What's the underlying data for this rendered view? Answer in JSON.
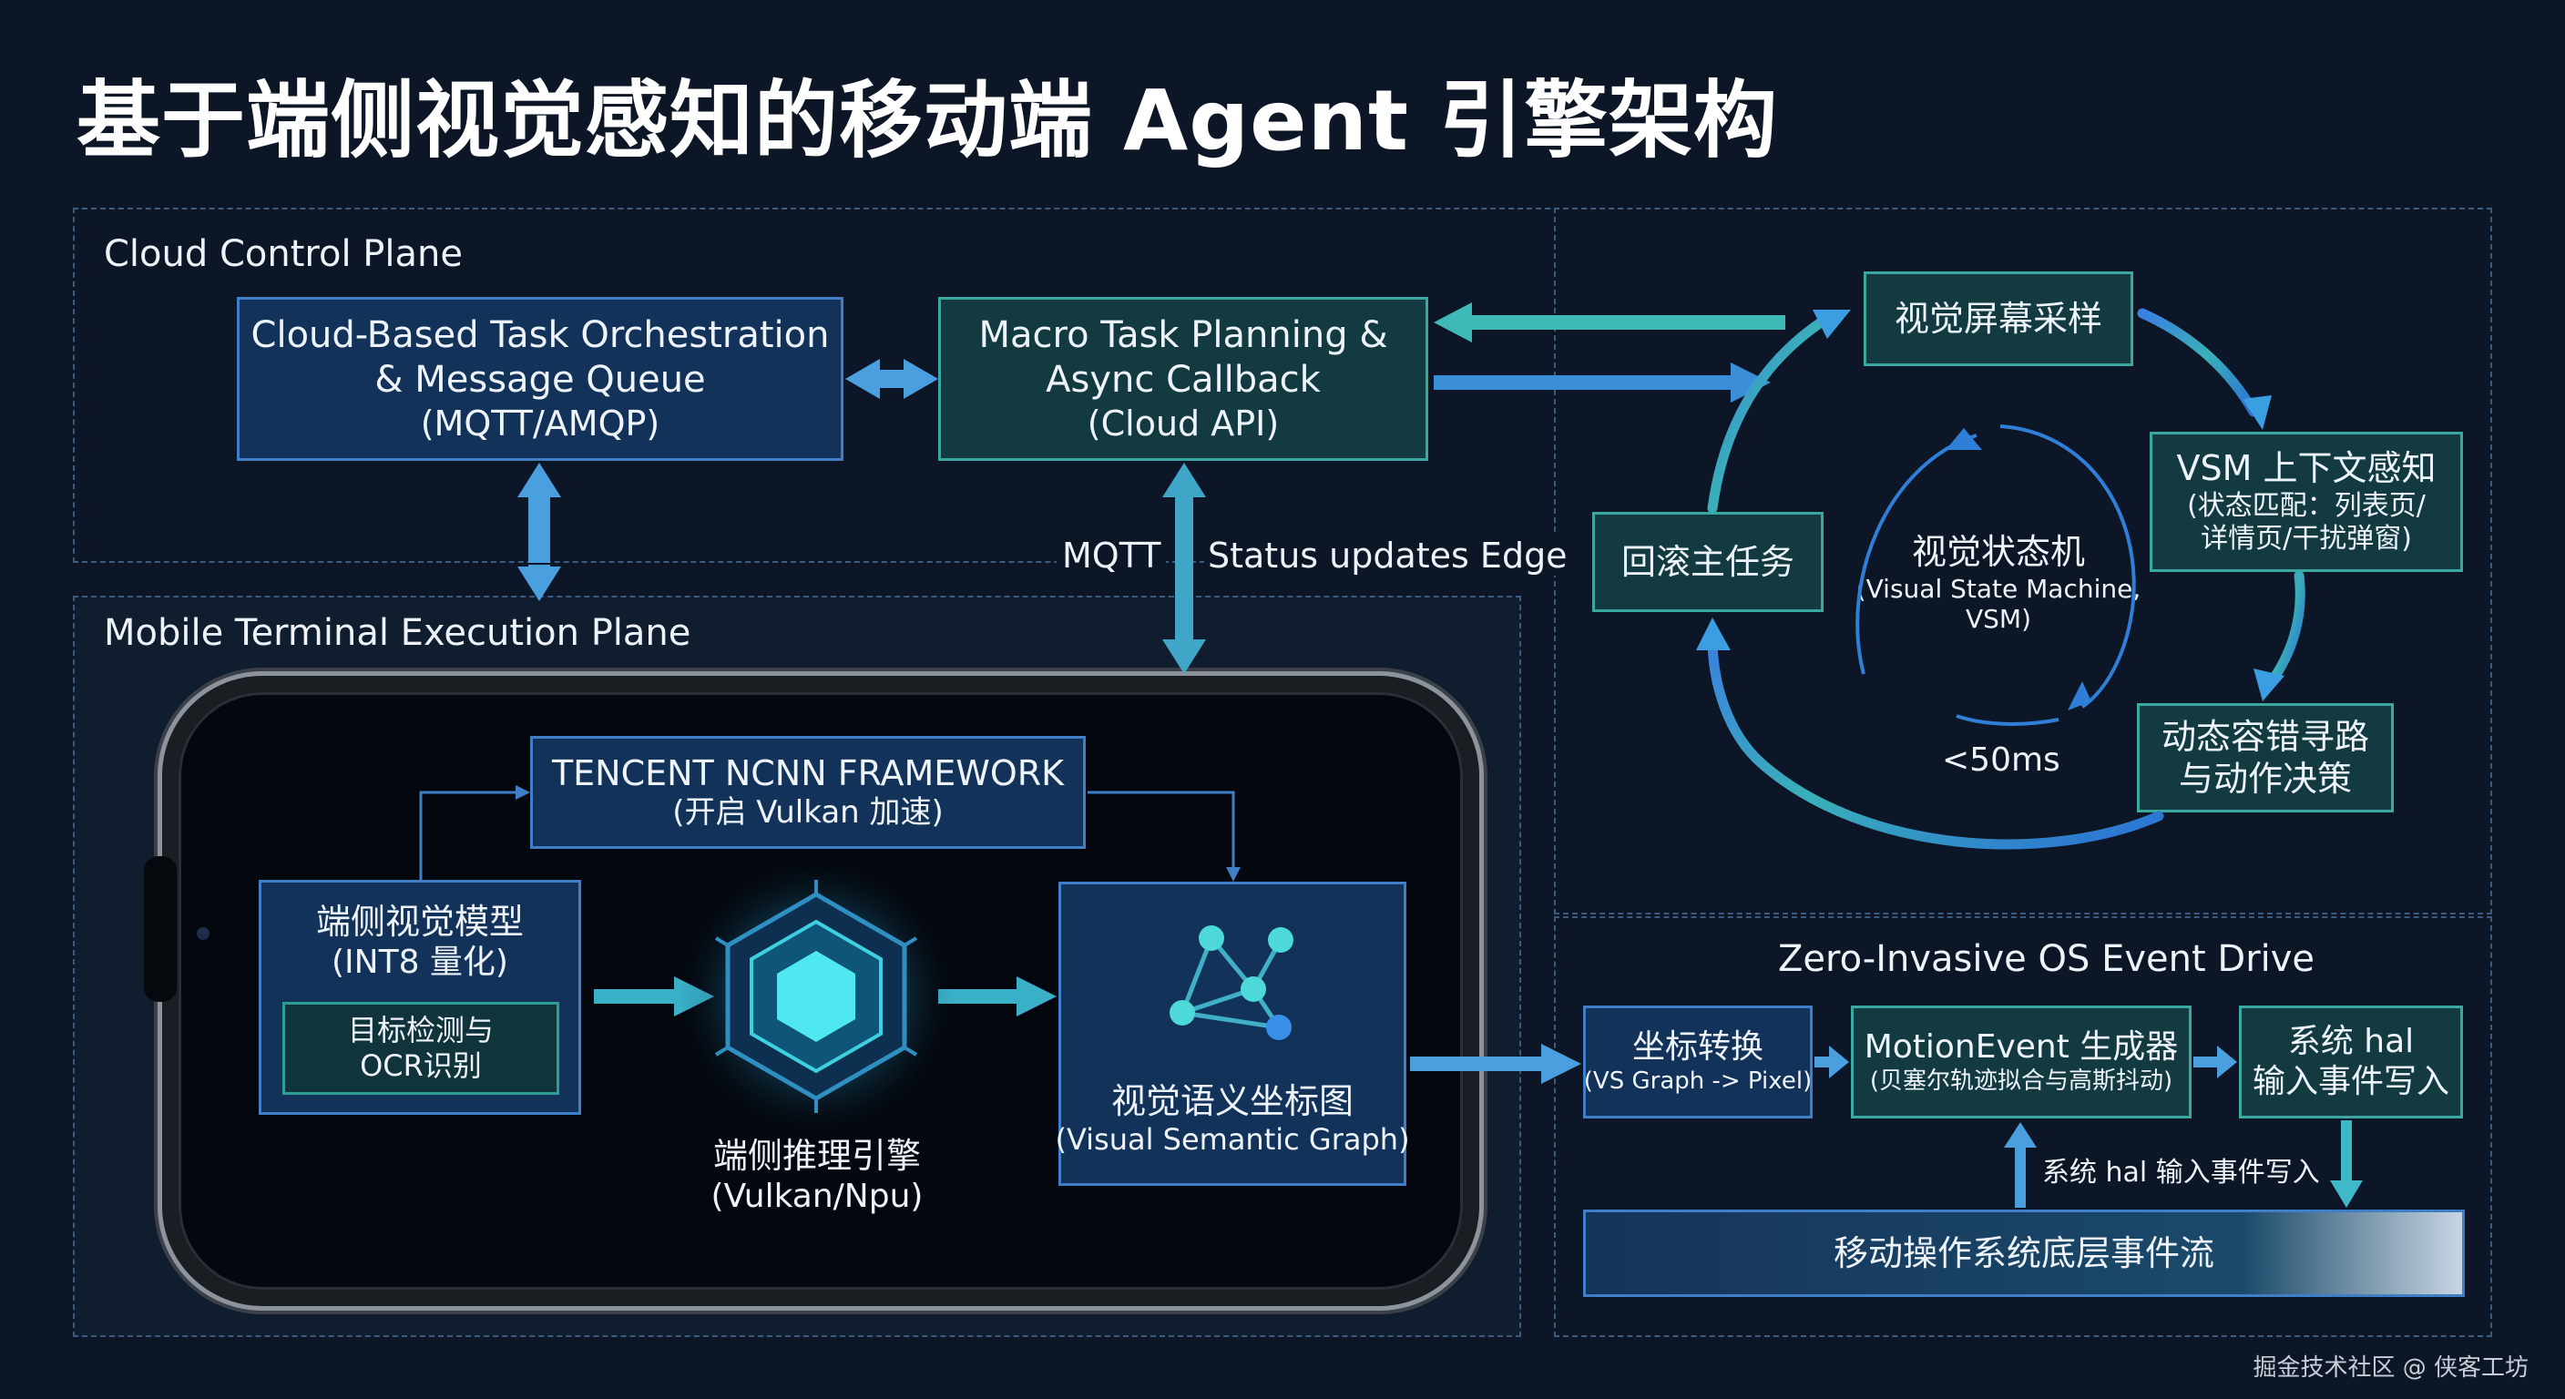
{
  "title": "基于端侧视觉感知的移动端 Agent 引擎架构",
  "cloud_plane": {
    "label": "Cloud Control Plane",
    "orchestration": {
      "line1": "Cloud-Based Task Orchestration",
      "line2": "& Message Queue",
      "line3": "(MQTT/AMQP)"
    },
    "macro": {
      "line1": "Macro Task Planning &",
      "line2": "Async Callback",
      "line3": "(Cloud API)"
    }
  },
  "link_labels": {
    "mqtt": "MQTT",
    "status": "Status updates Edge"
  },
  "mobile_plane": {
    "label": "Mobile Terminal Execution Plane",
    "ncnn": {
      "line1": "TENCENT NCNN FRAMEWORK",
      "line2": "(开启 Vulkan 加速)"
    },
    "model": {
      "line1": "端侧视觉模型",
      "line2": "(INT8 量化)",
      "sub1": "目标检测与",
      "sub2": "OCR识别"
    },
    "engine": {
      "line1": "端侧推理引擎",
      "line2": "(Vulkan/Npu)"
    },
    "graph": {
      "line1": "视觉语义坐标图",
      "line2": "(Visual Semantic Graph)"
    }
  },
  "vsm_loop": {
    "sampling": "视觉屏幕采样",
    "context": {
      "line1": "VSM 上下文感知",
      "line2": "(状态匹配：列表页/",
      "line3": "详情页/干扰弹窗)"
    },
    "decision": {
      "line1": "动态容错寻路",
      "line2": "与动作决策"
    },
    "rollback": "回滚主任务",
    "center": {
      "line1": "视觉状态机",
      "line2": "(Visual State Machine,",
      "line3": "VSM)"
    },
    "latency": "<50ms"
  },
  "os_event": {
    "label": "Zero-Invasive OS Event Drive",
    "coord": {
      "line1": "坐标转换",
      "line2": "(VS Graph -> Pixel)"
    },
    "motion": {
      "line1": "MotionEvent 生成器",
      "line2": "(贝塞尔轨迹拟合与高斯抖动)"
    },
    "hal": {
      "line1": "系统 hal",
      "line2": "输入事件写入"
    },
    "hal_label": "系统 hal 输入事件写入",
    "stream": "移动操作系统底层事件流"
  },
  "watermark": "掘金技术社区 @ 侠客工坊",
  "colors": {
    "background": "#0c1626",
    "blue": "#3f7fc8",
    "teal": "#3aa8a0",
    "arrow": "#4aa3d8"
  }
}
